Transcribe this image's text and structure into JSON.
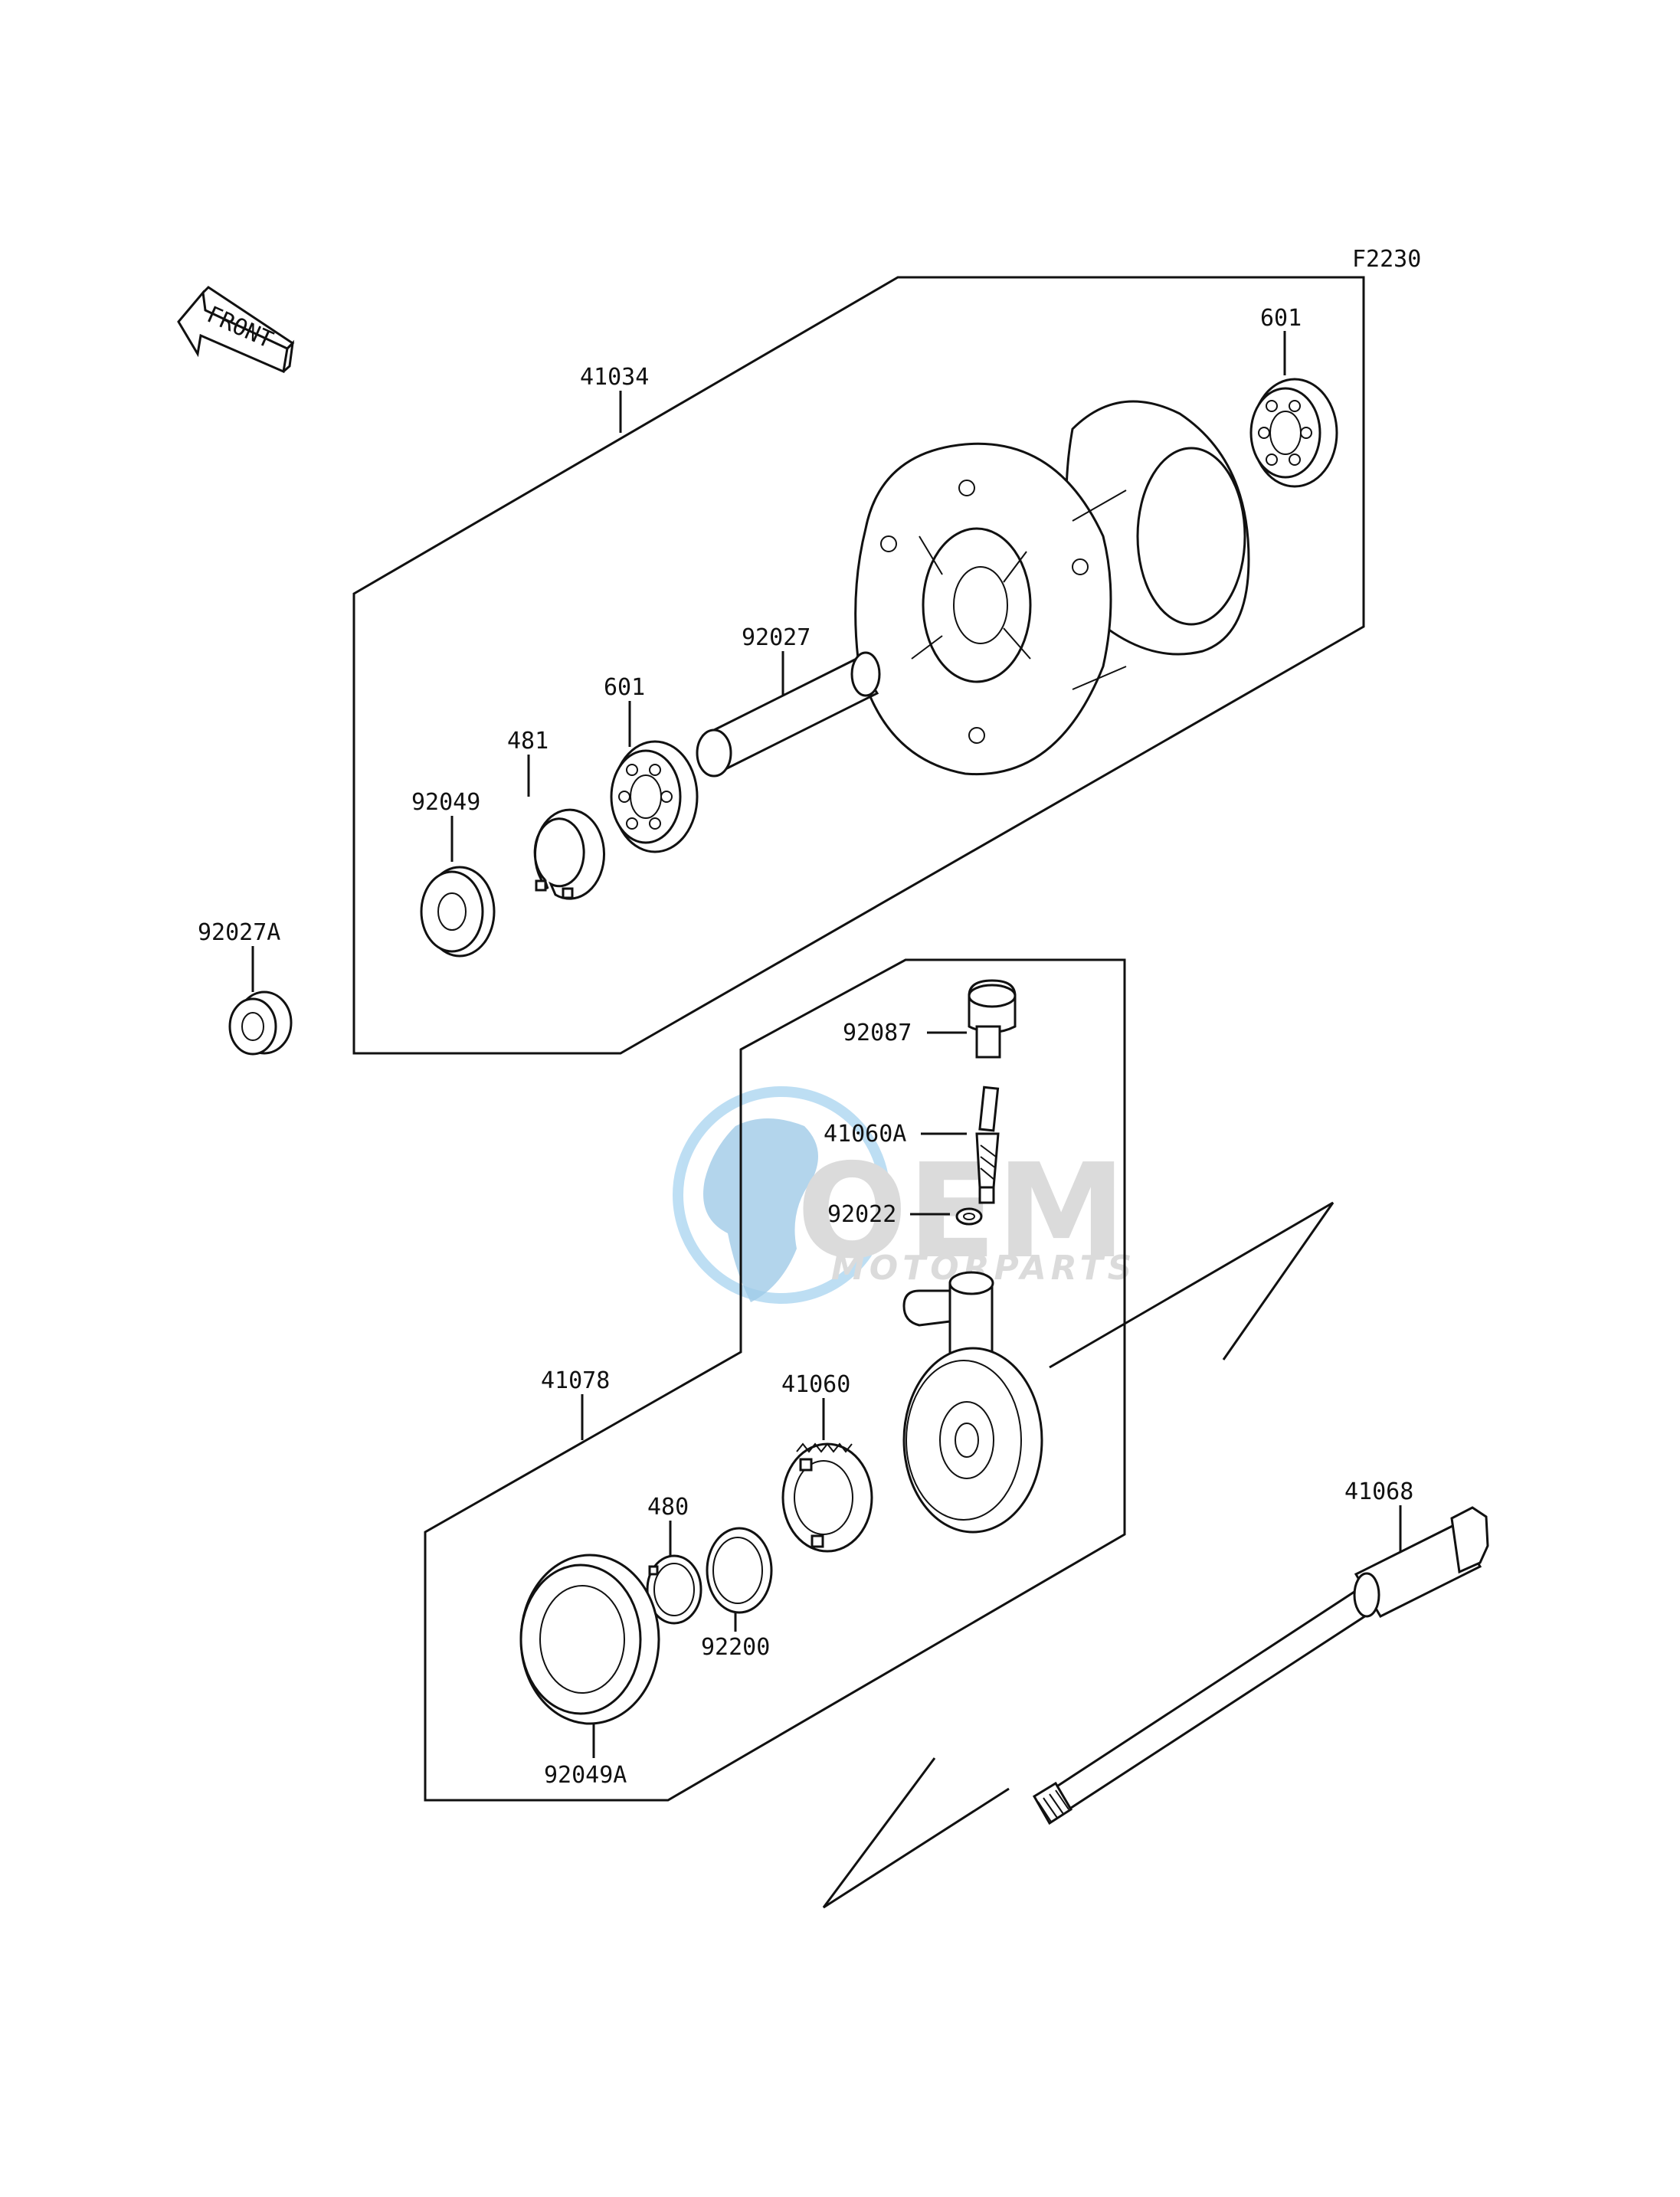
{
  "diagram": {
    "code": "F2230",
    "front_label": "FRONT",
    "watermark": {
      "brand": "OEM",
      "sub": "MOTORPARTS",
      "colors": {
        "globe": "#a8d4f0",
        "letters": "#d0d0d0",
        "land": "#7fb9e0"
      }
    },
    "callouts": [
      "41034",
      "601",
      "92027",
      "601",
      "481",
      "92049",
      "92027A",
      "92087",
      "41060A",
      "92022",
      "41078",
      "41060",
      "480",
      "92200",
      "92049A",
      "41068"
    ]
  }
}
